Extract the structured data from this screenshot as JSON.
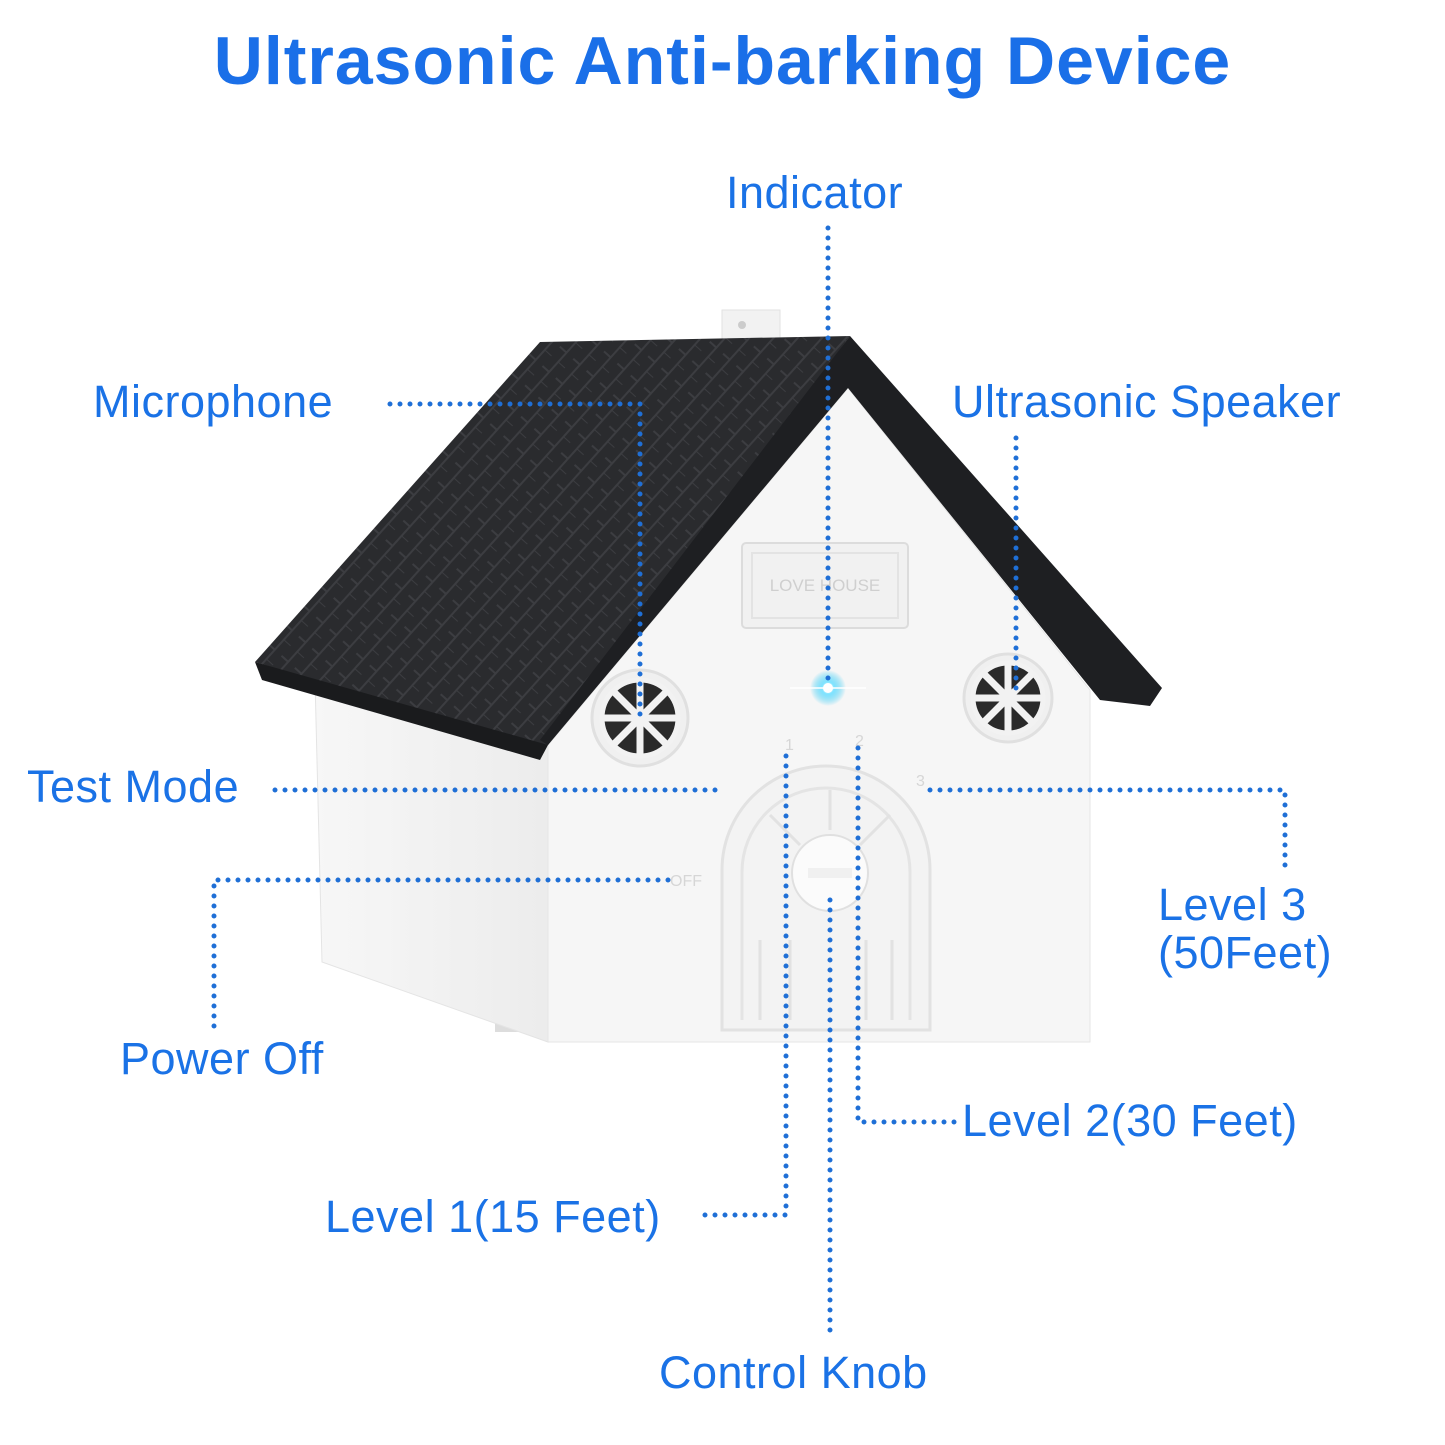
{
  "title": "Ultrasonic Anti-barking Device",
  "device": {
    "sign_text": "LOVE HOUSE",
    "dial_marks": [
      "OFF",
      "1",
      "2",
      "3"
    ],
    "colors": {
      "roof": "#1e1f22",
      "body": "#f4f4f4",
      "accent": "#1a72e6",
      "indicator": "#35c8f0"
    }
  },
  "labels": {
    "indicator": "Indicator",
    "microphone": "Microphone",
    "ultrasonic_speaker": "Ultrasonic Speaker",
    "test_mode": "Test Mode",
    "level3_line1": "Level 3",
    "level3_line2": "(50Feet)",
    "power_off": "Power Off",
    "level2": "Level 2(30 Feet)",
    "level1": "Level 1(15 Feet)",
    "control_knob": "Control Knob"
  }
}
